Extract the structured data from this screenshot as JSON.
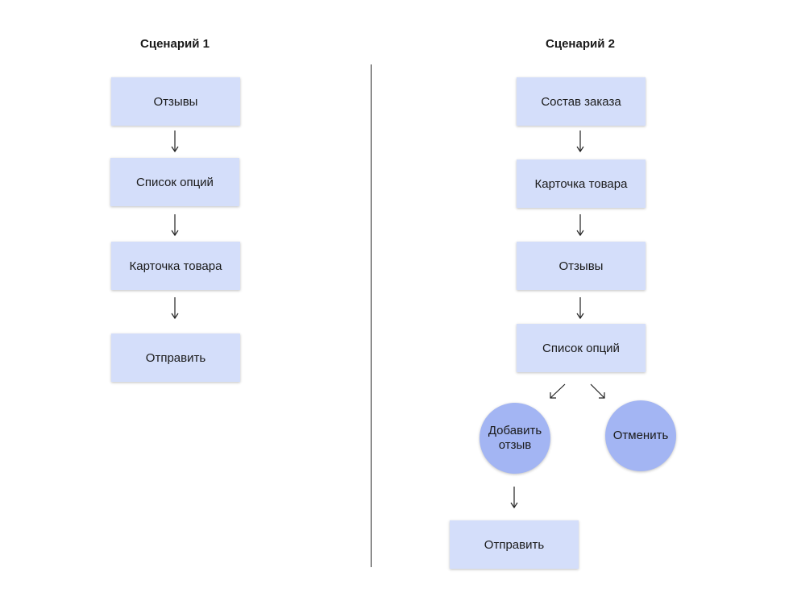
{
  "scenario1": {
    "title": "Сценарий 1",
    "steps": [
      "Отзывы",
      "Список опций",
      "Карточка товара",
      "Отправить"
    ]
  },
  "scenario2": {
    "title": "Сценарий 2",
    "steps": [
      "Состав заказа",
      "Карточка товара",
      "Отзывы",
      "Список опций"
    ],
    "branches": [
      "Добавить отзыв",
      "Отменить"
    ],
    "final": "Отправить"
  },
  "colors": {
    "box": "#d4defa",
    "circle": "#a3b5f3",
    "line": "#222222"
  }
}
